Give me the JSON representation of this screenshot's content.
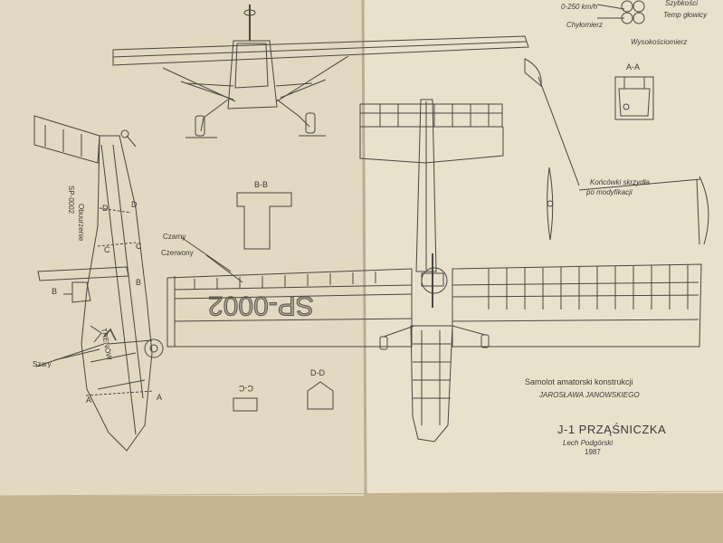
{
  "instrument_labels": {
    "speed": "0-250 km/h",
    "speed_top": "Szybkości",
    "temp": "Temp głowicy",
    "climb": "Chyłomierz",
    "altimeter": "Wysokościomierz"
  },
  "section_labels": {
    "a": "A-A",
    "b": "B-B",
    "c": "C-C",
    "d": "D-D"
  },
  "fuselage_labels": {
    "a_left": "A",
    "a_right": "A",
    "b_left": "B",
    "b_right": "B",
    "c_left": "C",
    "c_right": "C",
    "d_left": "D",
    "d_right": "D"
  },
  "callouts": {
    "black": "Czarny",
    "red": "Czerwony",
    "grey": "Szary",
    "wingtips": "Końcówki skrzydła",
    "wingtips2": "po modyfikacji"
  },
  "registration": {
    "side": "SP-0002",
    "side_sub": "Obuurzenie",
    "wing": "SP-0002",
    "fuselage_name": "TRENÓW"
  },
  "title_block": {
    "line1": "Samolot amatorski konstrukcji",
    "line2": "JAROSŁAWA JANOWSKIEGO",
    "name": "J-1 PRZĄŚNICZKA",
    "author": "Lech Podgórski",
    "year": "1987"
  },
  "colors": {
    "paper": "#e7ddc8",
    "paper_right": "#ece3d0",
    "ink": "#4a4741",
    "wood": "#c9b693"
  }
}
